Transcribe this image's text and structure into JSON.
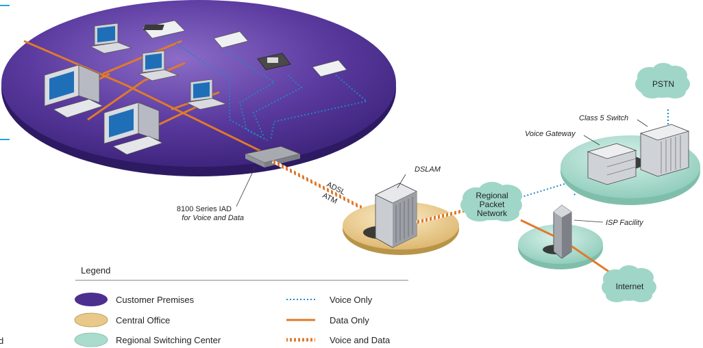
{
  "labels": {
    "iad_title": "8100 Series IAD",
    "iad_sub": "for Voice and Data",
    "adsl": "ADSL",
    "atm": "ATM",
    "dslam": "DSLAM",
    "regional_packet_network_1": "Regional",
    "regional_packet_network_2": "Packet",
    "regional_packet_network_3": "Network",
    "class5_switch": "Class 5 Switch",
    "voice_gateway": "Voice Gateway",
    "pstn": "PSTN",
    "isp_facility": "ISP Facility",
    "internet": "Internet",
    "stray_letter": "d"
  },
  "legend": {
    "title": "Legend",
    "items": [
      {
        "label": "Customer Premises",
        "kind": "platform",
        "color": "#5b3d9e"
      },
      {
        "label": "Central Office",
        "kind": "platform",
        "color": "#e8c98a"
      },
      {
        "label": "Regional Switching Center",
        "kind": "platform",
        "color": "#a9dccd"
      },
      {
        "label": "Voice Only",
        "kind": "line",
        "style": "dotted",
        "color": "#1f86c8"
      },
      {
        "label": "Data Only",
        "kind": "line",
        "style": "solid",
        "color": "#e07a2a"
      },
      {
        "label": "Voice and Data",
        "kind": "line",
        "style": "striped",
        "color": "#e07a2a"
      }
    ]
  },
  "colors": {
    "customer_premises": "#4d2f8f",
    "central_office": "#e8c98a",
    "regional_switching": "#a9dccd",
    "cloud": "#9fd6c7",
    "voice": "#1f86c8",
    "data": "#e07a2a",
    "accent_line": "#2aa3d8"
  }
}
